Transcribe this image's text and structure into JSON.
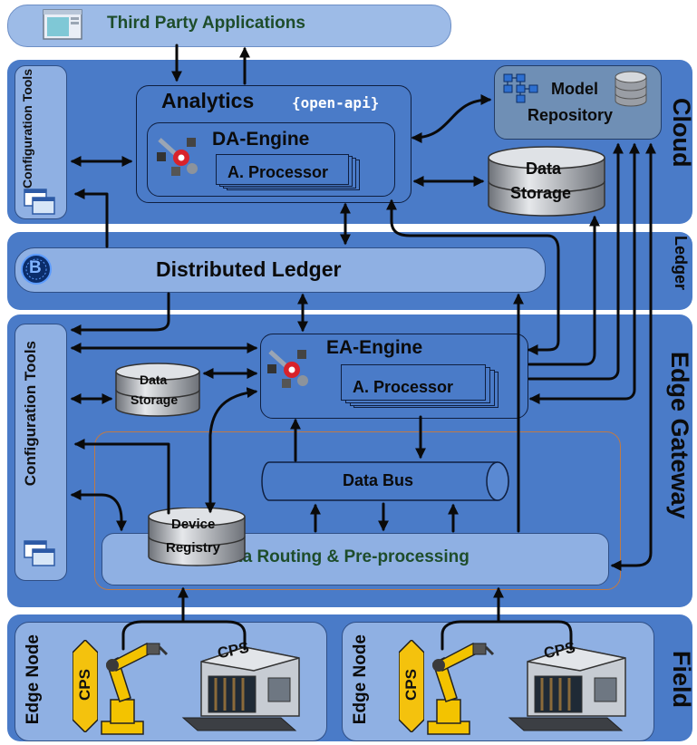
{
  "third_party": {
    "label": "Third Party Applications"
  },
  "layers": {
    "cloud": "Cloud",
    "ledger": "Ledger",
    "edge_gateway": "Edge Gateway",
    "field": "Field"
  },
  "cloud": {
    "config_tools": "Configuration Tools",
    "analytics_title": "Analytics",
    "analytics_api": "{open-api}",
    "da_engine": "DA-Engine",
    "processor": "A. Processor",
    "model_repository": [
      "Model",
      "Repository"
    ],
    "data_storage": [
      "Data",
      "Storage"
    ]
  },
  "ledger": {
    "label": "Distributed Ledger",
    "icon_letter": "B"
  },
  "edge": {
    "config_tools": "Configuration Tools",
    "ea_engine": "EA-Engine",
    "processor": "A. Processor",
    "data_storage": [
      "Data",
      "Storage"
    ],
    "data_bus": "Data Bus",
    "device_registry": [
      "Device",
      "Registry"
    ],
    "routing": "Data Routing & Pre-processing"
  },
  "field": {
    "node_label": "Edge Node",
    "cps_badge": "CPS",
    "cps_machine": "CPS"
  },
  "colors": {
    "layer": "#4a7bc8",
    "pill": "#8fb0e3",
    "text_green": "#1e4d2b",
    "arrow": "#0a0a0a"
  }
}
